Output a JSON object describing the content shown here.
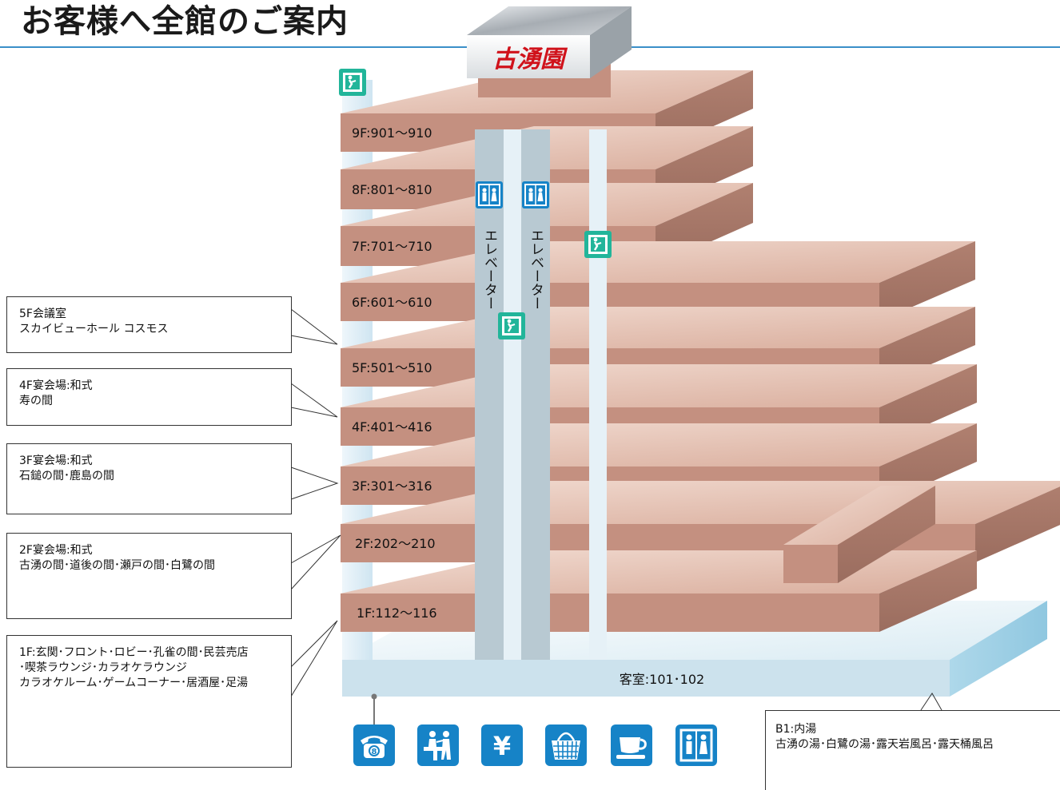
{
  "title": "お客様へ全館のご案内",
  "sign_text": "古湧園",
  "floors": [
    {
      "id": "9F",
      "label": "9F:901～910"
    },
    {
      "id": "8F",
      "label": "8F:801～810"
    },
    {
      "id": "7F",
      "label": "7F:701～710"
    },
    {
      "id": "6F",
      "label": "6F:601～610"
    },
    {
      "id": "5F",
      "label": "5F:501～510"
    },
    {
      "id": "4F",
      "label": "4F:401～416"
    },
    {
      "id": "3F",
      "label": "3F:301～316"
    },
    {
      "id": "2F",
      "label": "2F:202～210"
    },
    {
      "id": "1F",
      "label": "1F:112～116"
    }
  ],
  "ground_room_label": "客室:101･102",
  "elevator_label": "エレベーター",
  "callouts": [
    {
      "id": "5f",
      "lines": [
        "5F会議室",
        "スカイビューホール コスモス"
      ]
    },
    {
      "id": "4f",
      "lines": [
        "4F宴会場:和式",
        "寿の間"
      ]
    },
    {
      "id": "3f",
      "lines": [
        "3F宴会場:和式",
        "石鎚の間･鹿島の間"
      ]
    },
    {
      "id": "2f",
      "lines": [
        "2F宴会場:和式",
        "古湧の間･道後の間･瀬戸の間･白鷺の間"
      ]
    },
    {
      "id": "1f",
      "lines": [
        "1F:玄関･フロント･ロビー･孔雀の間･民芸売店",
        "･喫茶ラウンジ･カラオケラウンジ",
        "カラオケルーム･ゲームコーナー･居酒屋･足湯"
      ]
    }
  ],
  "b1": {
    "lines": [
      "B1:内湯",
      "古湧の湯･白鷺の湯･露天岩風呂･露天桶風呂"
    ]
  },
  "icons": [
    "phone-icon",
    "front-desk-icon",
    "yen-icon",
    "shopping-basket-icon",
    "coffee-cup-icon",
    "elevator-icon"
  ],
  "colors": {
    "floor_front": "#c49080",
    "floor_side": "#a57768",
    "floor_top": "#e3bfb0",
    "base_front": "#cce2ed",
    "base_side": "#9fd0e6",
    "shaft": "#b8c9d2",
    "accent_blue": "#1683c7",
    "exit_green": "#22b59a",
    "sign_red": "#d0121b"
  }
}
